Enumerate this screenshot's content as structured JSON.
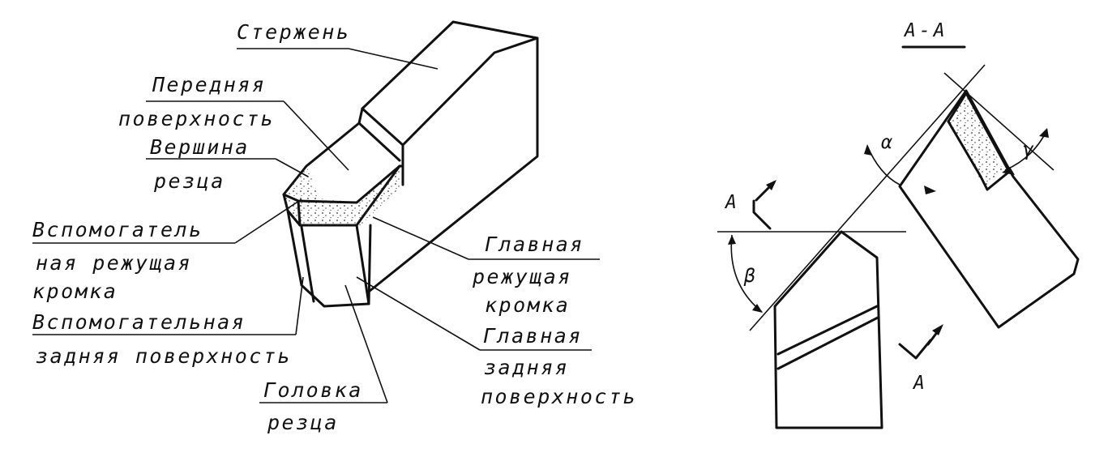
{
  "labels": {
    "sterzhen": "Стержень",
    "perednyaya_1": "Передняя",
    "perednyaya_2": "поверхность",
    "vershina_1": "Вершина",
    "vershina_2": "резца",
    "vspom_kromka_1": "Вспомогатель",
    "vspom_kromka_2": "ная режущая",
    "vspom_kromka_3": "кромка",
    "vspom_zad_1": "Вспомогательная",
    "vspom_zad_2": "задняя поверхность",
    "golovka_1": "Головка",
    "golovka_2": "резца",
    "glav_kromka_1": "Главная",
    "glav_kromka_2": "режущая",
    "glav_kromka_3": "кромка",
    "glav_zad_1": "Главная",
    "glav_zad_2": "задняя",
    "glav_zad_3": "поверхность"
  },
  "section": {
    "title": "А-А",
    "cut_mark_top": "А",
    "cut_mark_bottom": "А",
    "angle_alpha": "α",
    "angle_gamma": "γ",
    "angle_beta": "β"
  }
}
